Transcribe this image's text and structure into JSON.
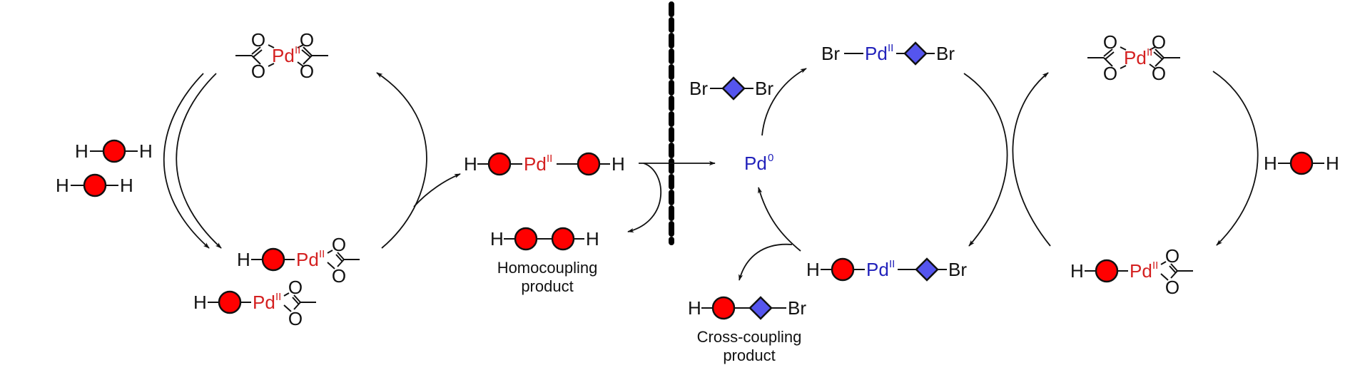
{
  "colors": {
    "ring_fill": "#ff0000",
    "diamond_fill": "#5555ee",
    "pd_ii_left_color": "#d42020",
    "pd_right_color": "#2222bb",
    "ink": "#111111"
  },
  "symbols": {
    "H": "H",
    "Br": "Br",
    "O": "O",
    "Pd": "Pd",
    "ox_II": "II",
    "ox_0": "0"
  },
  "left_panel": {
    "top_complex": {
      "name": "Pd(OAc)2",
      "metal": "Pd",
      "oxidation": "II"
    },
    "reagents": [
      {
        "formula": "H-Ar-H"
      },
      {
        "formula": "H-Ar-H"
      }
    ],
    "intermediates": [
      {
        "formula": "H-Ar-Pd(II)-OAc"
      },
      {
        "formula": "H-Ar-Pd(II)-OAc"
      }
    ],
    "diaryl_complex": {
      "formula": "H-Ar-Pd(II)-Ar-H"
    },
    "homocoupling_product": {
      "formula": "H-Ar-Ar-H",
      "label_line1": "Homocoupling",
      "label_line2": "product"
    }
  },
  "right_panel": {
    "pd0": {
      "metal": "Pd",
      "oxidation": "0"
    },
    "aryl_dibromide": {
      "formula": "Br-Ar'-Br"
    },
    "oxidative_addition": {
      "formula": "Br-Pd(II)-Ar'-Br"
    },
    "transmetalated": {
      "formula": "H-Ar-Pd(II)-Ar'-Br"
    },
    "cross_coupling_product": {
      "formula": "H-Ar-Ar'-Br",
      "label_line1": "Cross-coupling",
      "label_line2": "product"
    },
    "top_complex": {
      "name": "Pd(OAc)2",
      "metal": "Pd",
      "oxidation": "II"
    },
    "reagent": {
      "formula": "H-Ar-H"
    },
    "intermediate": {
      "formula": "H-Ar-Pd(II)-OAc"
    }
  },
  "divider": {
    "style": "dashed-vertical"
  }
}
